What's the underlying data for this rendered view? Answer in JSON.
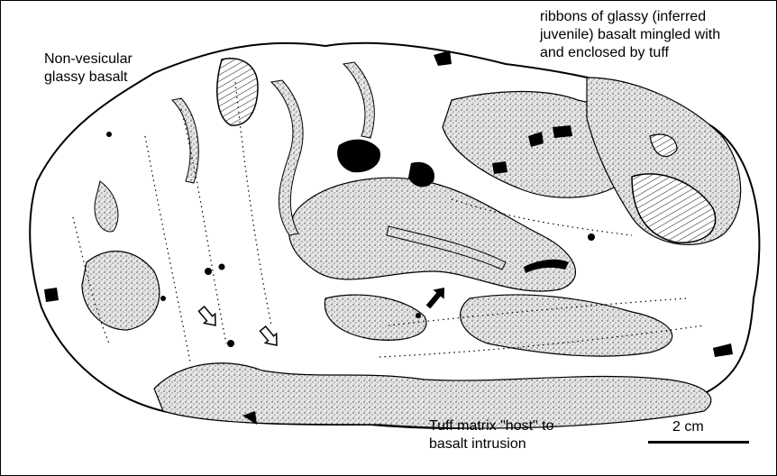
{
  "labels": {
    "non_vesicular": "Non-vesicular\nglassy basalt",
    "ribbons": "ribbons of glassy (inferred\njuvenile) basalt mingled with\nand enclosed by tuff",
    "tuff_matrix": "Tuff matrix \"host\" to\nbasalt intrusion"
  },
  "scale_bar": {
    "label": "2 cm"
  },
  "colors": {
    "ink": "#000000",
    "paper": "#ffffff",
    "tuff_fill": "#d9d9d9"
  }
}
